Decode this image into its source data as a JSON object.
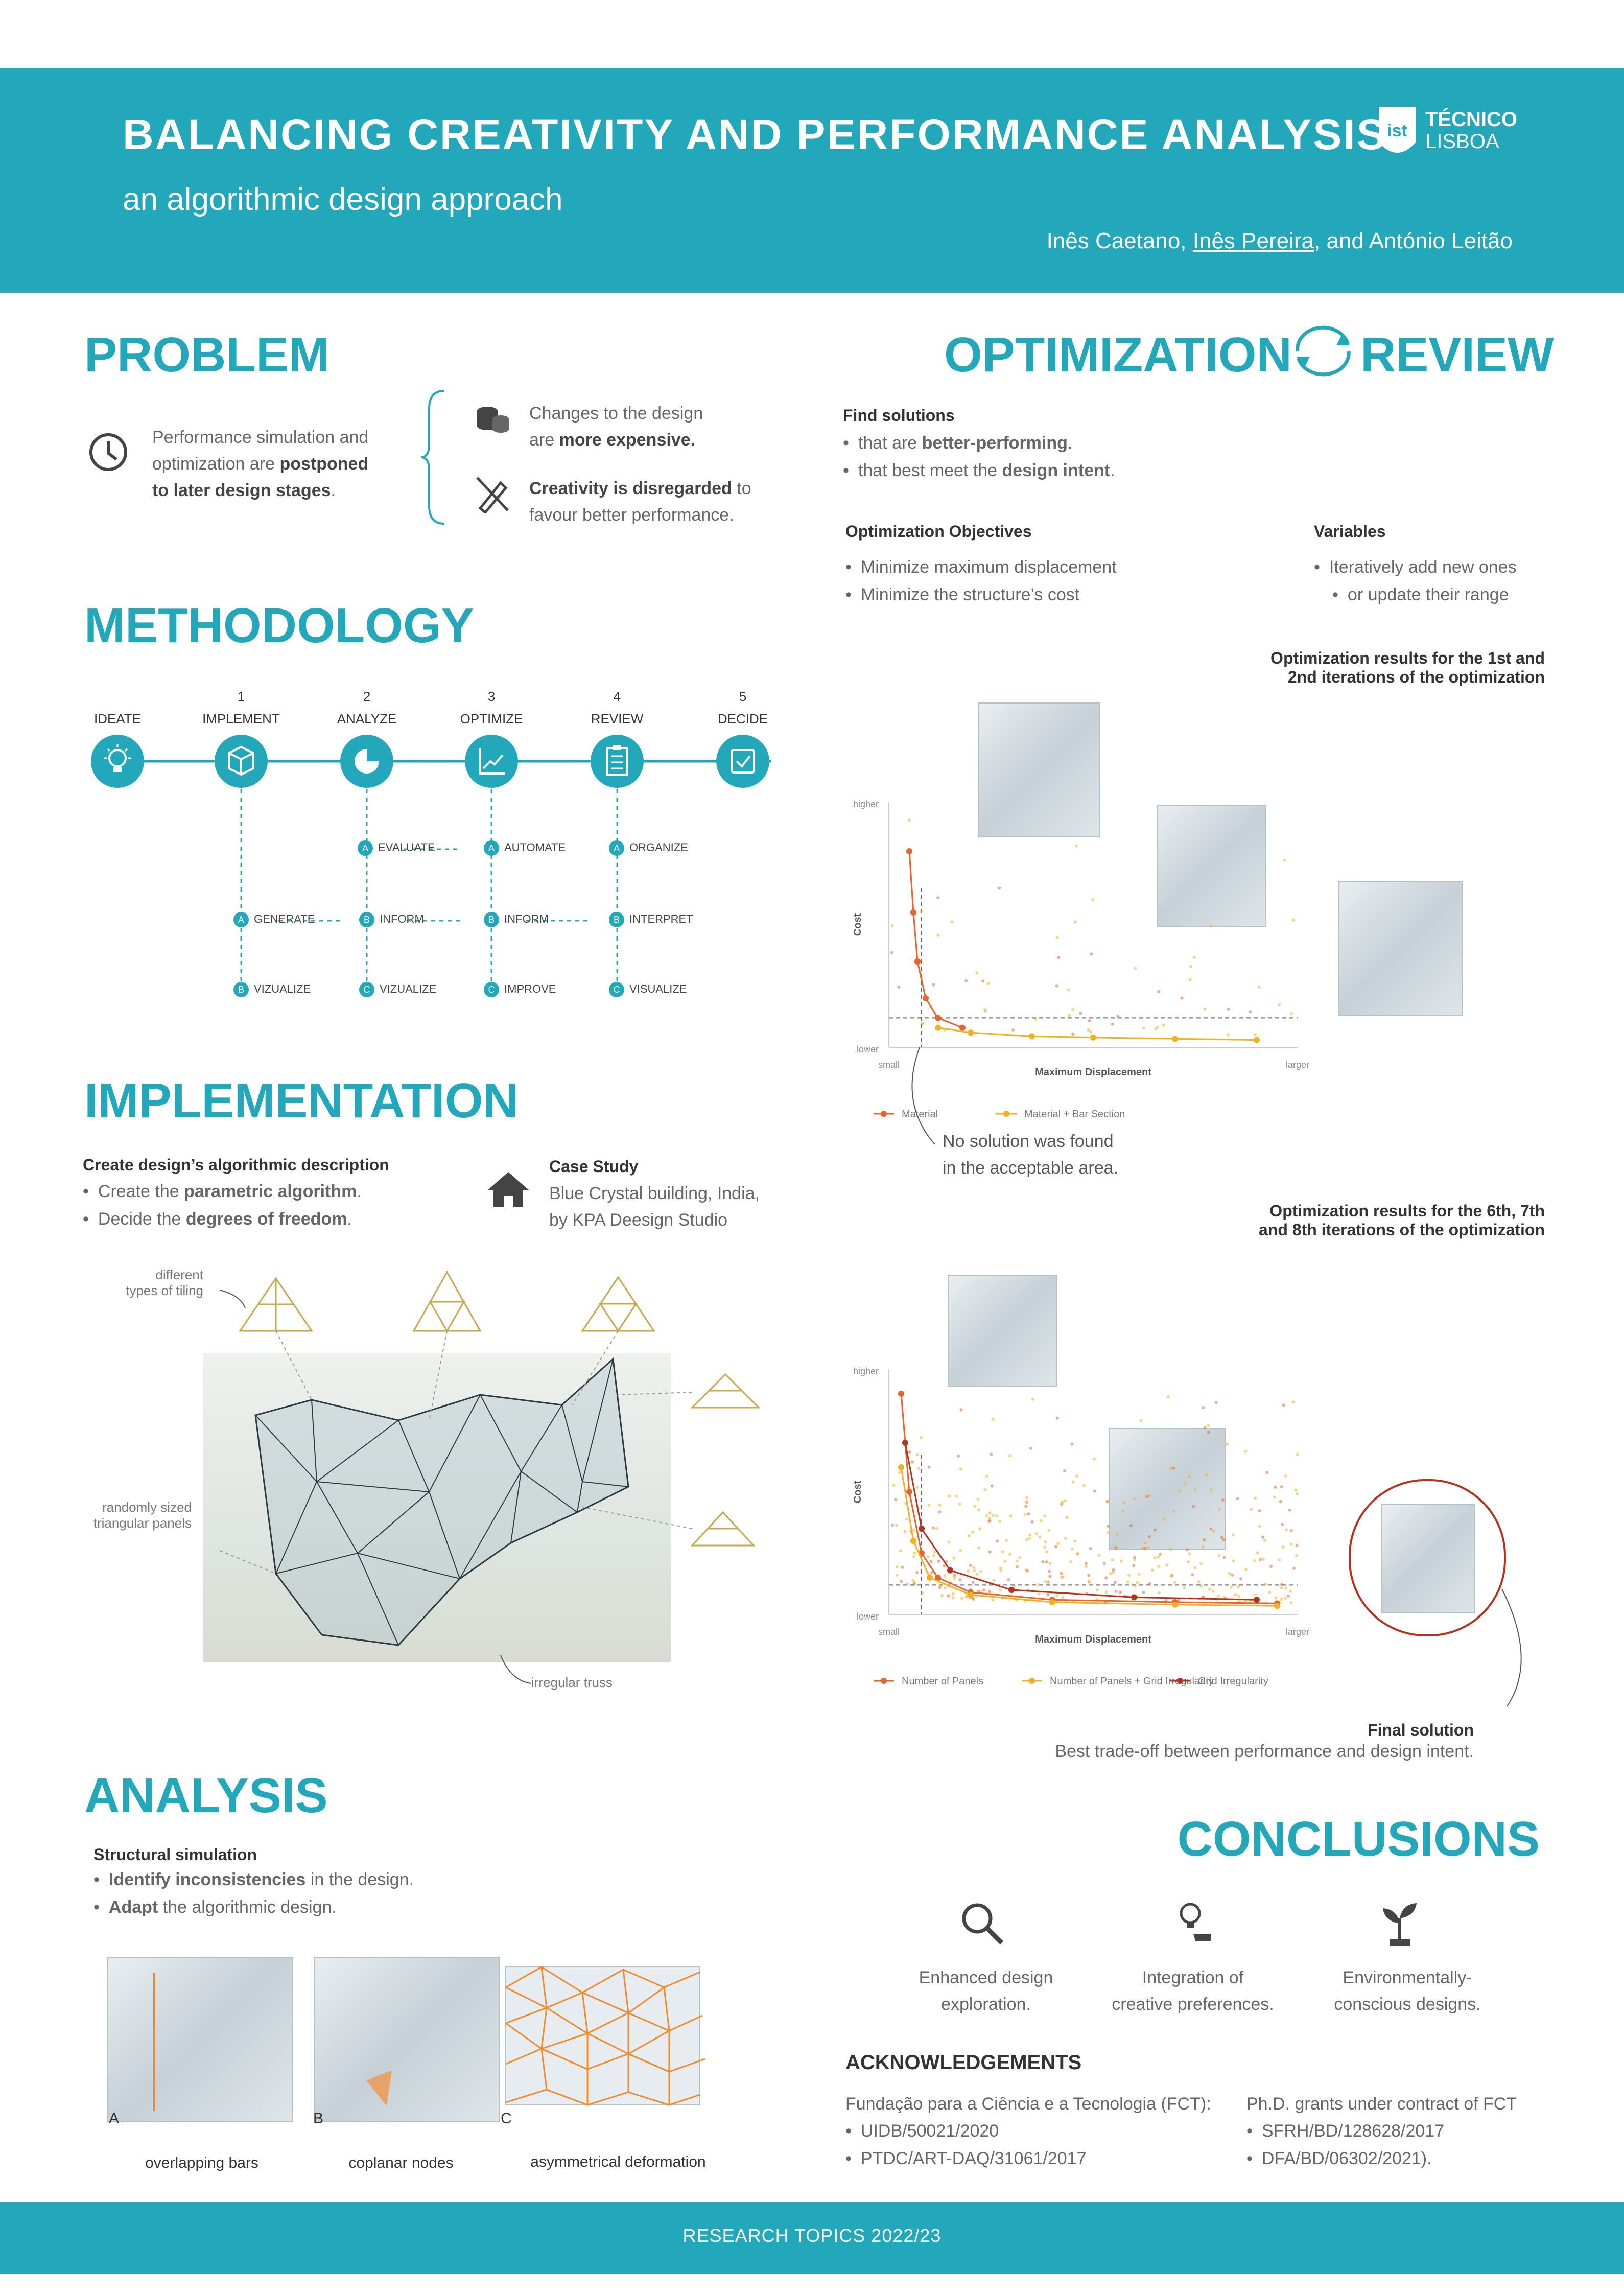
{
  "header": {
    "title": "BALANCING CREATIVITY AND PERFORMANCE ANALYSIS",
    "subtitle": "an algorithmic design approach",
    "author1": "Inês Caetano, ",
    "author2": "Inês Pereira",
    "author3": ", and António Leitão",
    "logo_line1": "TÉCNICO",
    "logo_line2": "LISBOA",
    "logo_mark": "ist"
  },
  "problem": {
    "title": "PROBLEM",
    "left_a": "Performance simulation and",
    "left_b": "optimization are ",
    "left_b_bold": "postponed",
    "left_c_bold": "to later design stages",
    "left_c_end": ".",
    "right1_a": "Changes to the design",
    "right1_b": "are ",
    "right1_b_bold": "more expensive.",
    "right2_bold": "Creativity is disregarded",
    "right2_a": " to",
    "right2_b": "favour better performance."
  },
  "methodology": {
    "title": "METHODOLOGY",
    "stages": [
      {
        "num": "",
        "label": "IDEATE"
      },
      {
        "num": "1",
        "label": "IMPLEMENT"
      },
      {
        "num": "2",
        "label": "ANALYZE"
      },
      {
        "num": "3",
        "label": "OPTIMIZE"
      },
      {
        "num": "4",
        "label": "REVIEW"
      },
      {
        "num": "5",
        "label": "DECIDE"
      }
    ],
    "steps": {
      "evaluate": "EVALUATE",
      "automate": "AUTOMATE",
      "organize": "ORGANIZE",
      "generate": "GENERATE",
      "inform1": "INFORM",
      "inform2": "INFORM",
      "interpret": "INTERPRET",
      "vizualize1": "VIZUALIZE",
      "vizualize2": "VIZUALIZE",
      "improve": "IMPROVE",
      "visualize": "VISUALIZE",
      "a": "A",
      "b": "B",
      "c": "C"
    }
  },
  "implementation": {
    "title": "IMPLEMENTATION",
    "heading": "Create design’s algorithmic description",
    "b1_a": "Create the ",
    "b1_bold": "parametric algorithm",
    "b1_end": ".",
    "b2_a": "Decide the ",
    "b2_bold": "degrees of freedom",
    "b2_end": ".",
    "case_title": "Case Study",
    "case_line1": "Blue Crystal building, India,",
    "case_line2": "by KPA Deesign Studio",
    "ann_tiling1": "different",
    "ann_tiling2": "types of tiling",
    "ann_panels1": "randomly sized",
    "ann_panels2": "triangular panels",
    "ann_truss": "irregular truss"
  },
  "analysis": {
    "title": "ANALYSIS",
    "heading": "Structural simulation",
    "b1_bold": "Identify inconsistencies",
    "b1_end": " in the design.",
    "b2_bold": "Adapt",
    "b2_end": " the algorithmic design.",
    "figs": [
      {
        "letter": "A",
        "caption": "overlapping bars"
      },
      {
        "letter": "B",
        "caption": "coplanar nodes"
      },
      {
        "letter": "C",
        "caption": "asymmetrical deformation"
      }
    ]
  },
  "optimization": {
    "title_a": "OPTIMIZATION",
    "title_b": "REVIEW",
    "find": "Find solutions",
    "f1_a": "that are ",
    "f1_bold": "better-performing",
    "f1_end": ".",
    "f2_a": "that best meet the ",
    "f2_bold": "design intent",
    "f2_end": ".",
    "obj_title": "Optimization Objectives",
    "obj1": "Minimize maximum displacement",
    "obj2": "Minimize the structure’s cost",
    "var_title": "Variables",
    "var1": "Iteratively add new ones",
    "var2": "or update their range",
    "chart1_title1": "Optimization results for the 1st  and",
    "chart1_title2": "2nd iterations of the optimization",
    "chart2_title1": "Optimization results for the 6th, 7th",
    "chart2_title2": "and 8th iterations of the optimization",
    "no_solution1": "No solution was found",
    "no_solution2": "in the acceptable area.",
    "final_title": "Final solution",
    "final_text": "Best trade-off between performance and design intent."
  },
  "chart_data": [
    {
      "type": "scatter",
      "xlabel": "Maximum Displacement",
      "ylabel": "Cost",
      "x_ticks": [
        "small",
        "larger"
      ],
      "y_ticks": [
        "higher",
        "lower"
      ],
      "series": [
        {
          "name": "Material",
          "color": "#e8642a",
          "x": [
            0.05,
            0.06,
            0.07,
            0.09,
            0.12,
            0.18
          ],
          "y": [
            0.8,
            0.55,
            0.35,
            0.2,
            0.12,
            0.08
          ]
        },
        {
          "name": "Material + Bar Section",
          "color": "#f2b01e",
          "x": [
            0.12,
            0.2,
            0.35,
            0.5,
            0.7,
            0.9
          ],
          "y": [
            0.08,
            0.06,
            0.045,
            0.04,
            0.035,
            0.03
          ]
        }
      ]
    },
    {
      "type": "scatter",
      "xlabel": "Maximum Displacement",
      "ylabel": "Cost",
      "x_ticks": [
        "small",
        "larger"
      ],
      "y_ticks": [
        "higher",
        "lower"
      ],
      "series": [
        {
          "name": "Number of Panels",
          "color": "#e8642a",
          "x": [
            0.03,
            0.05,
            0.08,
            0.12,
            0.2,
            0.4,
            0.7,
            0.95
          ],
          "y": [
            0.9,
            0.5,
            0.25,
            0.15,
            0.09,
            0.06,
            0.05,
            0.045
          ]
        },
        {
          "name": "Number of Panels + Grid Irregularity",
          "color": "#f2b01e",
          "x": [
            0.03,
            0.06,
            0.1,
            0.2,
            0.4,
            0.7,
            0.95
          ],
          "y": [
            0.6,
            0.3,
            0.15,
            0.08,
            0.05,
            0.04,
            0.035
          ]
        },
        {
          "name": "Grid Irregularity",
          "color": "#b5321e",
          "x": [
            0.04,
            0.08,
            0.15,
            0.3,
            0.6,
            0.9
          ],
          "y": [
            0.7,
            0.35,
            0.18,
            0.1,
            0.07,
            0.06
          ]
        }
      ]
    }
  ],
  "conclusions": {
    "title": "CONCLUSIONS",
    "items": [
      {
        "line1": "Enhanced design",
        "line2": "exploration."
      },
      {
        "line1": "Integration of",
        "line2": "creative preferences."
      },
      {
        "line1": "Environmentally-",
        "line2": "conscious designs."
      }
    ]
  },
  "acknowledgements": {
    "title": "ACKNOWLEDGEMENTS",
    "left_heading": "Fundação para a Ciência e a Tecnologia (FCT):",
    "left1": "UIDB/50021/2020",
    "left2": "PTDC/ART-DAQ/31061/2017",
    "right_heading": "Ph.D. grants under contract of FCT",
    "right1": "SFRH/BD/128628/2017",
    "right2": "DFA/BD/06302/2021)."
  },
  "footer": {
    "text": "RESEARCH TOPICS 2022/23"
  }
}
